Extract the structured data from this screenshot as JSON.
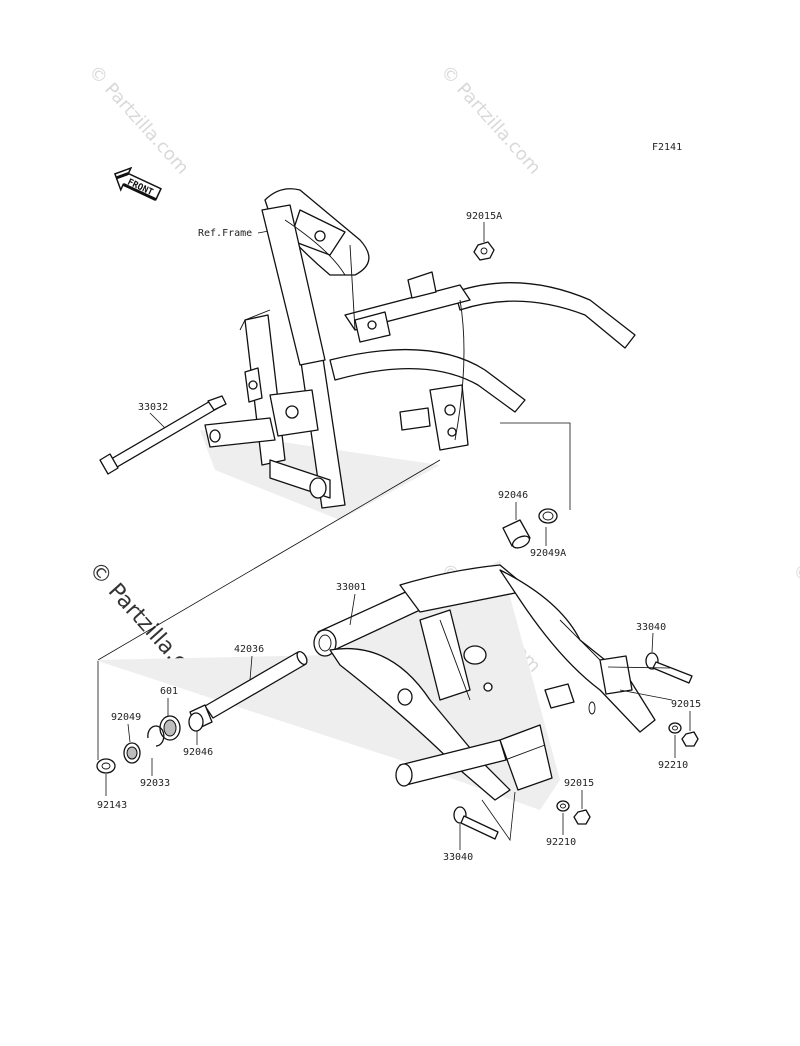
{
  "diagram_code": "F2141",
  "ref_frame_label": "Ref.Frame",
  "front_arrow_label": "FRONT",
  "watermarks": {
    "small": "© Partzilla.com",
    "large": "© Partzilla.com"
  },
  "parts": {
    "p92015A": "92015A",
    "p33032": "33032",
    "p92046_top": "92046",
    "p92049A": "92049A",
    "p33001": "33001",
    "p42036": "42036",
    "p601": "601",
    "p92049": "92049",
    "p92046_bottom": "92046",
    "p92033": "92033",
    "p92143": "92143",
    "p33040_right": "33040",
    "p92015_right": "92015",
    "p92210_right": "92210",
    "p92015_bottom": "92015",
    "p92210_bottom": "92210",
    "p33040_bottom": "33040"
  }
}
